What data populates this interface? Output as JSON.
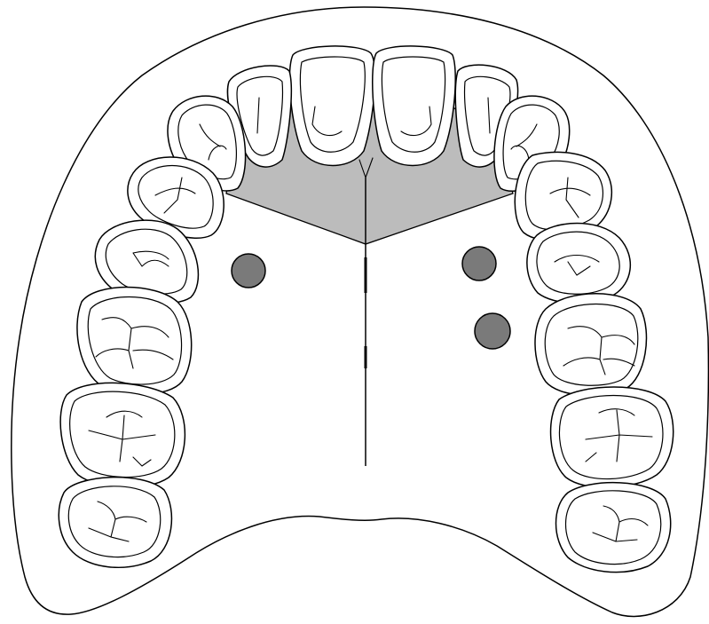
{
  "diagram": {
    "subject": "maxillary-arch-occlusal-view",
    "colors": {
      "palate": "#dcdcdc",
      "anterior_region": "#bcbcbc",
      "tooth": "#ffffff",
      "marker": "#7a7a7a",
      "stroke": "#000000"
    },
    "markers": [
      {
        "id": "left-1"
      },
      {
        "id": "right-1"
      },
      {
        "id": "right-2"
      }
    ]
  }
}
